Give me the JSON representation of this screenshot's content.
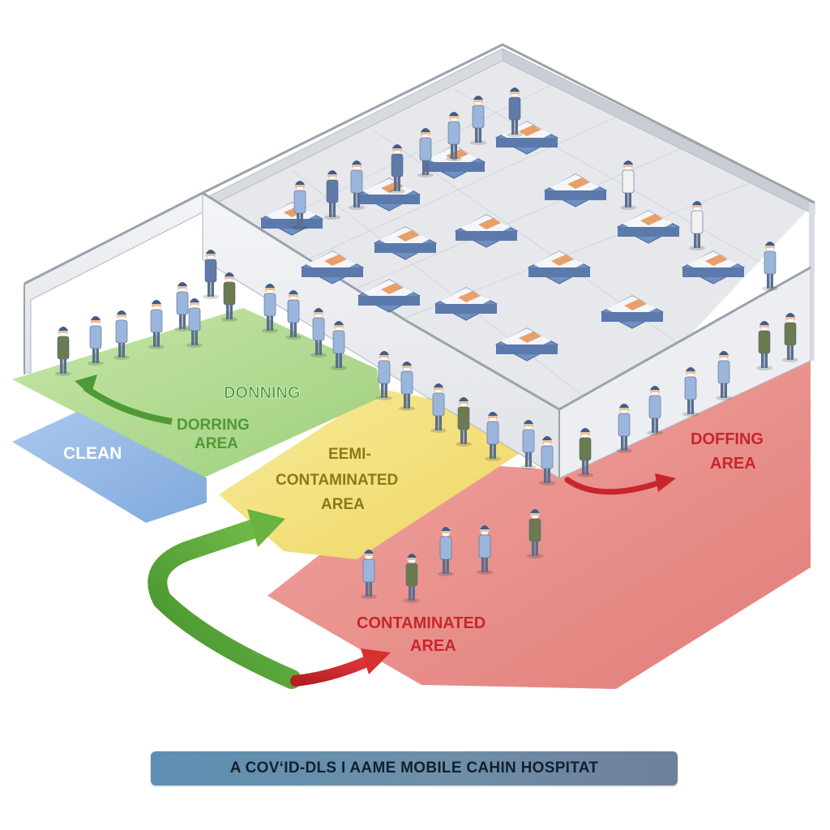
{
  "zones": {
    "clean": "CLEAN",
    "donning_sign": "DONNING",
    "donning_line1": "DORRING",
    "donning_line2": "AREA",
    "semi_line1": "EEMI-",
    "semi_line2": "CONTAMINATED",
    "semi_line3": "AREA",
    "contaminated_line1": "CONTAMINATED",
    "contaminated_line2": "AREA",
    "doffing_line1": "DOFFING",
    "doffing_line2": "AREA"
  },
  "caption": "A  COVʻID-DLS  I AAME MOBILE CAHIN HOSPITAT",
  "colors": {
    "clean": "#8fb4e0",
    "donning": "#a9d48a",
    "semi": "#f3e07a",
    "contaminated": "#e98a86",
    "green_text": "#4f9a36",
    "yellow_text": "#8a7a16",
    "red_text": "#c8262b",
    "blue_text": "#ffffff"
  }
}
